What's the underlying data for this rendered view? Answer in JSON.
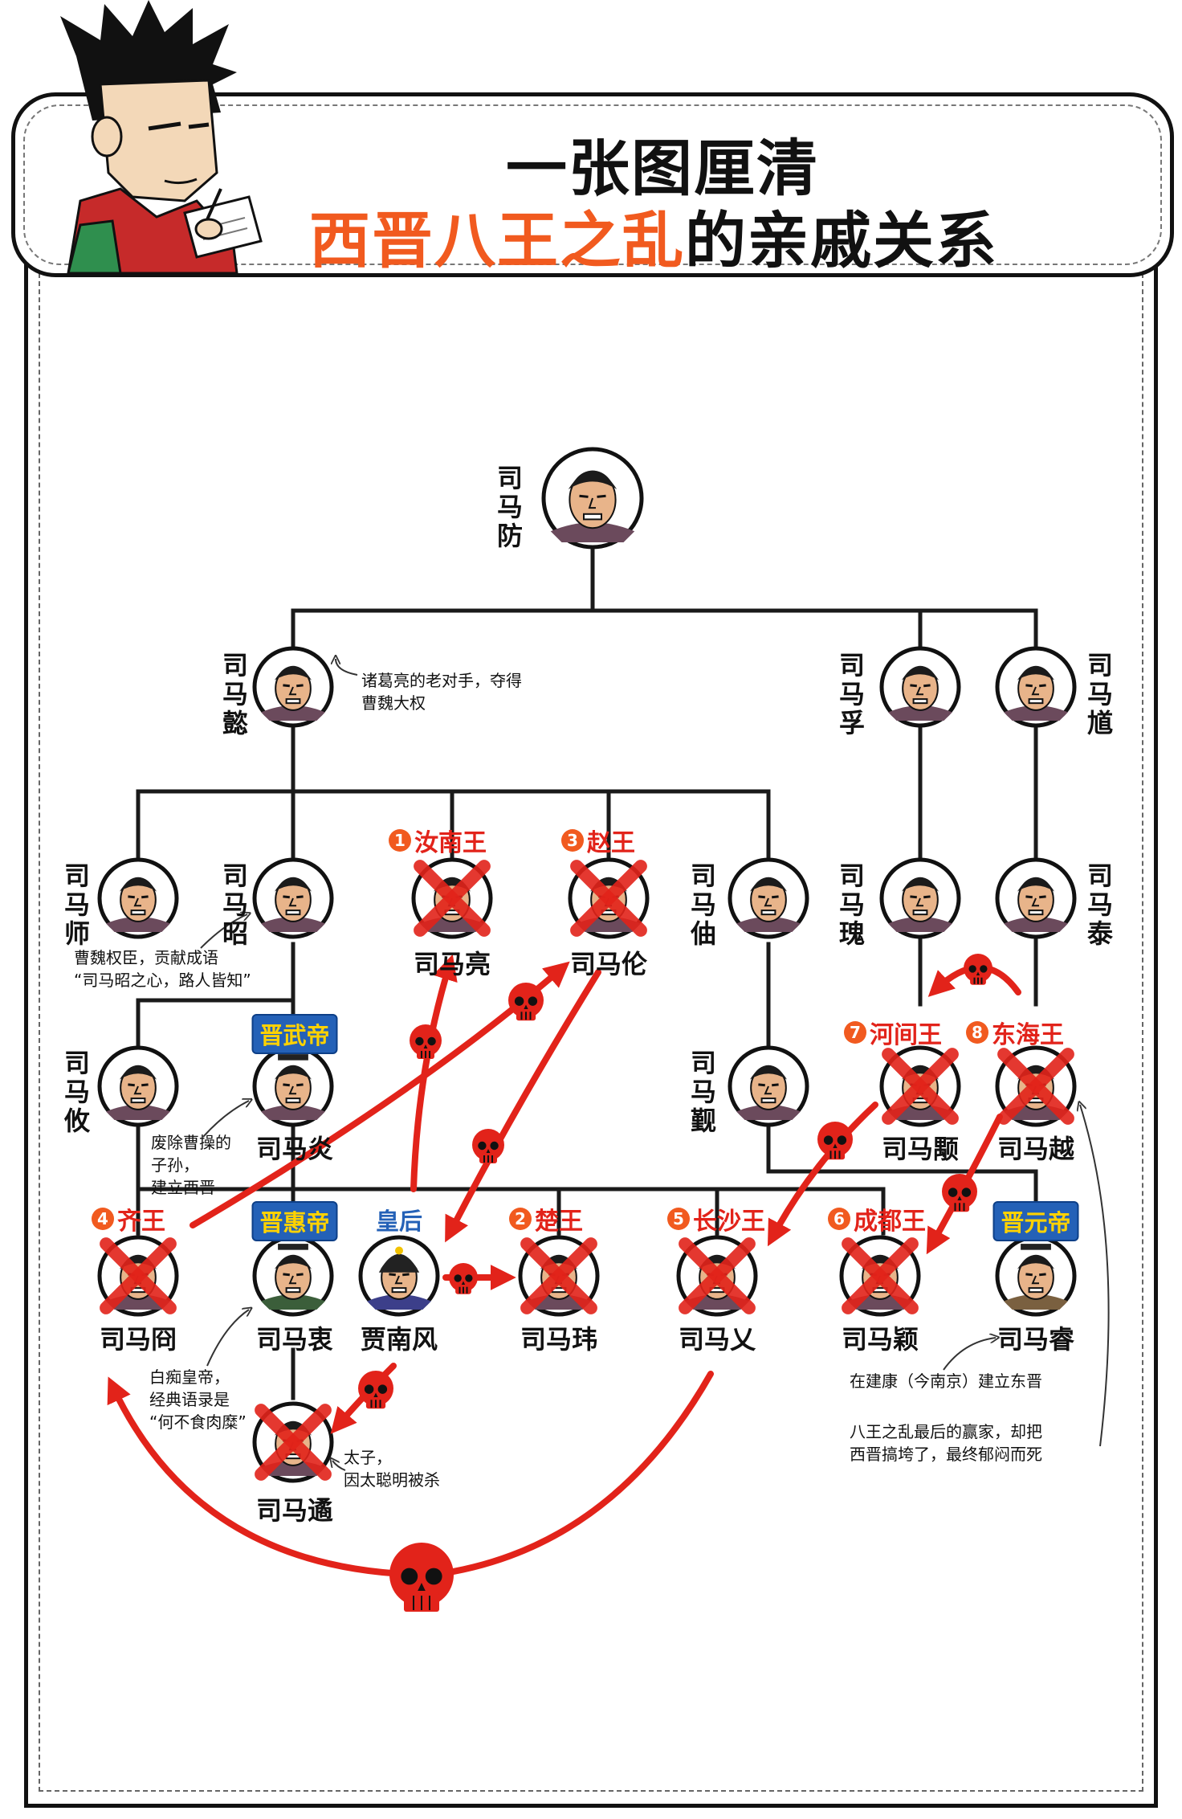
{
  "title": {
    "line1": "一张图厘清",
    "line2_highlight": "西晋八王之乱",
    "line2_rest": "的亲戚关系"
  },
  "colors": {
    "accent": "#f15a1f",
    "kill": "#e2231a",
    "badge_blue": "#2461b7",
    "badge_gold": "#ffd200"
  },
  "persons": {
    "fang": "司马防",
    "yi": "司马懿",
    "fu": "司马孚",
    "kui": "司马馗",
    "shi": "司马师",
    "zhao": "司马昭",
    "liang": "司马亮",
    "lun": "司马伦",
    "zhou": "司马伷",
    "gui": "司马瑰",
    "tai": "司马泰",
    "you": "司马攸",
    "yan": "司马炎",
    "jin": "司马觐",
    "yong": "司马颙",
    "yue": "司马越",
    "jiong": "司马冏",
    "zhong": "司马衷",
    "jianan": "贾南风",
    "wei": "司马玮",
    "ai": "司马乂",
    "ying": "司马颖",
    "rui": "司马睿",
    "yu": "司马遹"
  },
  "kings": {
    "k1": {
      "num": "1",
      "label": "汝南王"
    },
    "k2": {
      "num": "2",
      "label": "楚王"
    },
    "k3": {
      "num": "3",
      "label": "赵王"
    },
    "k4": {
      "num": "4",
      "label": "齐王"
    },
    "k5": {
      "num": "5",
      "label": "长沙王"
    },
    "k6": {
      "num": "6",
      "label": "成都王"
    },
    "k7": {
      "num": "7",
      "label": "河间王"
    },
    "k8": {
      "num": "8",
      "label": "东海王"
    }
  },
  "badges": {
    "wudi": "晋武帝",
    "huidi": "晋惠帝",
    "huanghou": "皇后",
    "yuandi": "晋元帝"
  },
  "notes": {
    "yi": "诸葛亮的老对手，夺得\n曹魏大权",
    "zhao": "曹魏权臣，贡献成语\n“司马昭之心，路人皆知”",
    "yan": "废除曹操的\n子孙，\n建立西晋",
    "zhong": "白痴皇帝，\n经典语录是\n“何不食肉糜”",
    "yu": "太子，\n因太聪明被杀",
    "rui": "在建康（今南京）建立东晋",
    "yue": "八王之乱最后的赢家，却把\n西晋搞垮了，最终郁闷而死"
  }
}
